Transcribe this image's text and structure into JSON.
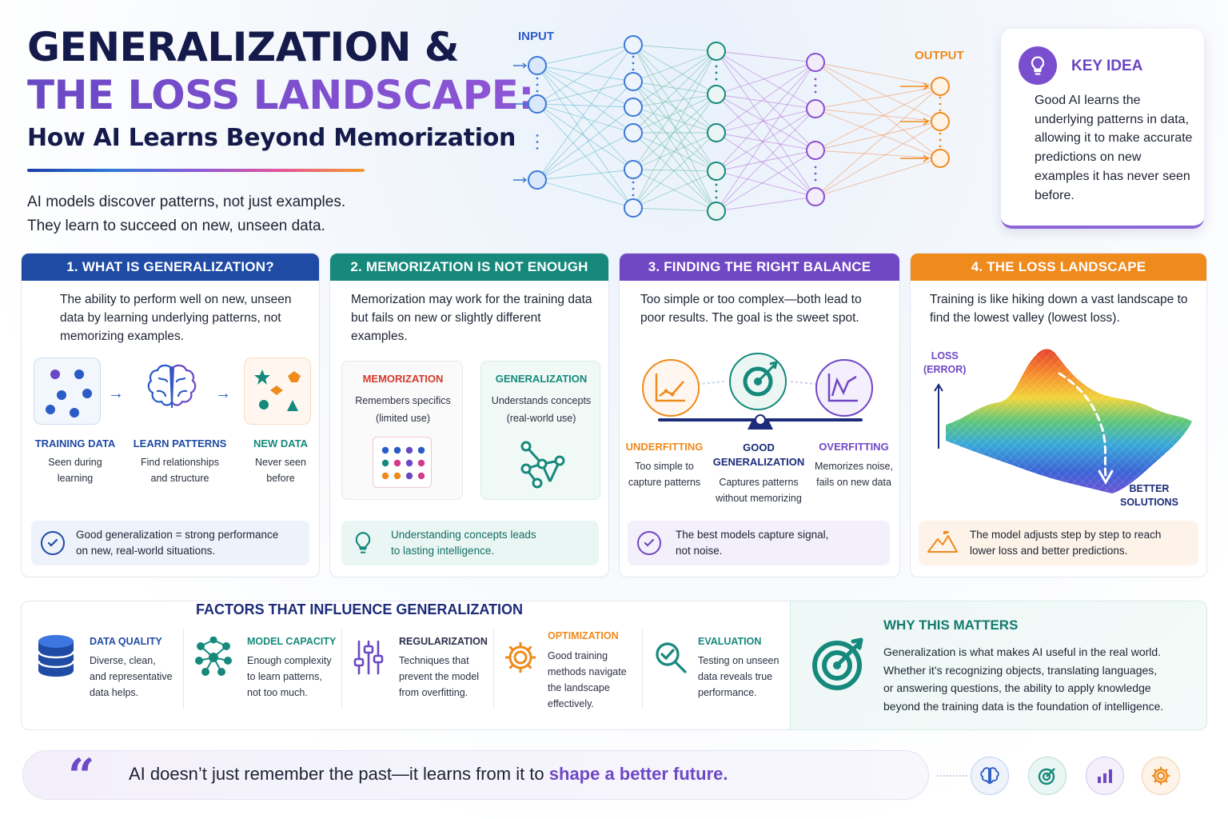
{
  "header": {
    "title_line1": "GENERALIZATION &",
    "title_line2": "THE LOSS LANDSCAPE:",
    "subtitle": "How AI Learns Beyond Memorization",
    "intro_line1": "AI models discover patterns, not just examples.",
    "intro_line2": "They learn to succeed on new, unseen data."
  },
  "network": {
    "input_label": "INPUT",
    "output_label": "OUTPUT"
  },
  "key_idea": {
    "title": "KEY IDEA",
    "text": "Good AI learns the underlying patterns in data, allowing it to make accurate predictions on new examples it has never seen before.",
    "icon": "lightbulb-icon"
  },
  "cards": [
    {
      "heading": "1. WHAT IS GENERALIZATION?",
      "color": "#1f4ba5",
      "description": "The ability to perform well on new, unseen data by learning underlying patterns, not memorizing examples.",
      "steps": [
        {
          "title": "TRAINING DATA",
          "line1": "Seen during",
          "line2": "learning"
        },
        {
          "title": "LEARN PATTERNS",
          "line1": "Find relationships",
          "line2": "and structure"
        },
        {
          "title": "NEW DATA",
          "line1": "Never seen",
          "line2": "before"
        }
      ],
      "tip_line1": "Good generalization = strong performance",
      "tip_line2": "on new, real-world situations."
    },
    {
      "heading": "2. MEMORIZATION IS NOT ENOUGH",
      "color": "#16897c",
      "description": "Memorization may work for the training data but fails on new or slightly different examples.",
      "memorization": {
        "title": "MEMORIZATION",
        "line1": "Remembers specifics",
        "line2": "(limited use)"
      },
      "generalization": {
        "title": "GENERALIZATION",
        "line1": "Understands concepts",
        "line2": "(real-world use)"
      },
      "tip_line1": "Understanding concepts leads",
      "tip_line2": "to lasting intelligence."
    },
    {
      "heading": "3. FINDING THE RIGHT BALANCE",
      "color": "#7048c4",
      "description": "Too simple or too complex—both lead to poor results. The goal is the sweet spot.",
      "states": [
        {
          "title": "UNDERFITTING",
          "line1": "Too simple to",
          "line2": "capture patterns"
        },
        {
          "title_line1": "GOOD",
          "title_line2": "GENERALIZATION",
          "line1": "Captures patterns",
          "line2": "without memorizing"
        },
        {
          "title": "OVERFITTING",
          "line1": "Memorizes noise,",
          "line2": "fails on new data"
        }
      ],
      "tip_line1": "The best models capture signal,",
      "tip_line2": "not noise."
    },
    {
      "heading": "4. THE LOSS LANDSCAPE",
      "color": "#ef8a1c",
      "description": "Training is like hiking down a vast landscape to find the lowest valley (lowest loss).",
      "axis_label_line1": "LOSS",
      "axis_label_line2": "(ERROR)",
      "better_line1": "BETTER",
      "better_line2": "SOLUTIONS",
      "tip_line1": "The model adjusts step by step to reach",
      "tip_line2": "lower loss and better predictions."
    }
  ],
  "factors": {
    "title": "FACTORS THAT INFLUENCE GENERALIZATION",
    "items": [
      {
        "title": "DATA QUALITY",
        "color": "#1f4ba5",
        "lines": [
          "Diverse, clean,",
          "and representative",
          "data helps."
        ],
        "icon": "database-icon"
      },
      {
        "title": "MODEL CAPACITY",
        "color": "#16897c",
        "lines": [
          "Enough complexity",
          "to learn patterns,",
          "not too much."
        ],
        "icon": "network-nodes-icon"
      },
      {
        "title": "REGULARIZATION",
        "color": "#2b2f4a",
        "lines": [
          "Techniques that",
          "prevent the model",
          "from overfitting."
        ],
        "icon": "sliders-icon"
      },
      {
        "title": "OPTIMIZATION",
        "color": "#ef8a1c",
        "lines": [
          "Good training",
          "methods navigate",
          "the landscape",
          "effectively."
        ],
        "icon": "gear-icon"
      },
      {
        "title": "EVALUATION",
        "color": "#16897c",
        "lines": [
          "Testing on unseen",
          "data reveals true",
          "performance."
        ],
        "icon": "magnifier-check-icon"
      }
    ]
  },
  "why": {
    "title": "WHY THIS MATTERS",
    "lines": [
      "Generalization is what makes AI useful in the real world.",
      "Whether it’s recognizing objects, translating languages,",
      "or answering questions, the ability to apply knowledge",
      "beyond the training data is the foundation of intelligence."
    ]
  },
  "quote": {
    "mark": "“",
    "text_main": "AI doesn’t just remember the past—it learns from it to ",
    "text_highlight": "shape a better future."
  },
  "colors": {
    "blue": "#1f4ba5",
    "teal": "#16897c",
    "purple": "#7048c4",
    "orange": "#ef8a1c"
  }
}
